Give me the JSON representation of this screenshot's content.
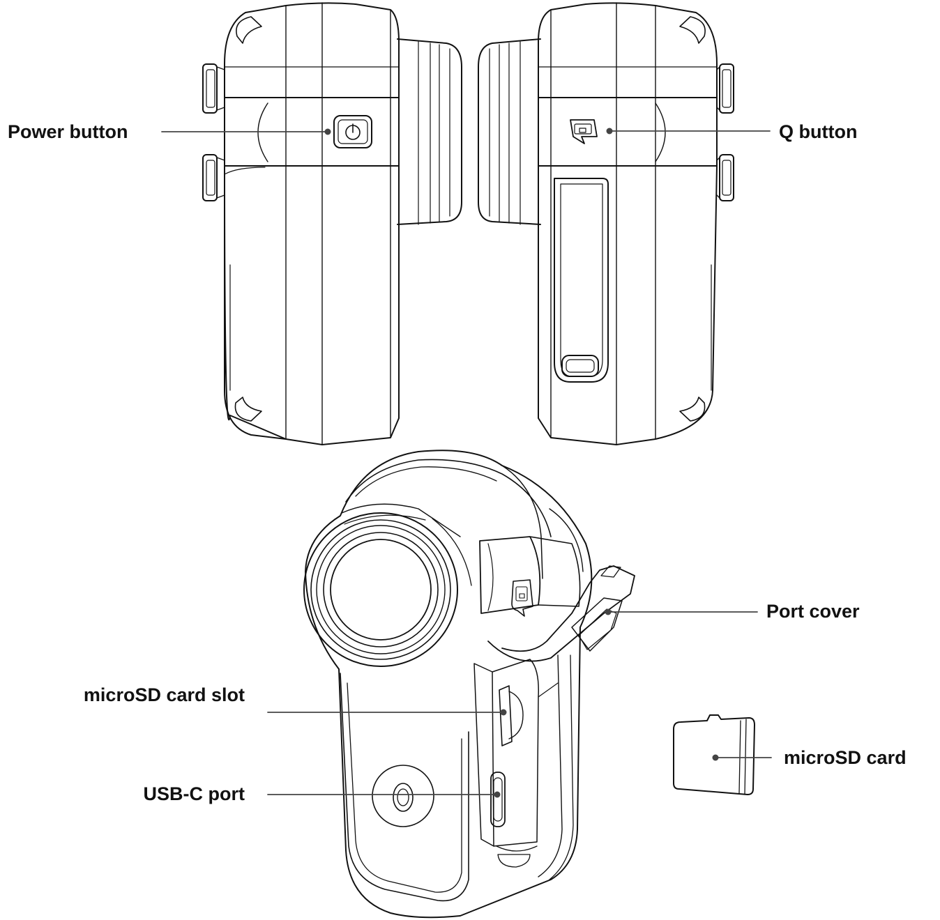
{
  "callouts": {
    "power_button": "Power button",
    "q_button": "Q button",
    "port_cover": "Port cover",
    "microsd_card_slot": "microSD card slot",
    "microsd_card": "microSD card",
    "usb_c_port": "USB-C port"
  },
  "colors": {
    "line": "#111111",
    "leader": "#444444",
    "background": "#ffffff"
  }
}
